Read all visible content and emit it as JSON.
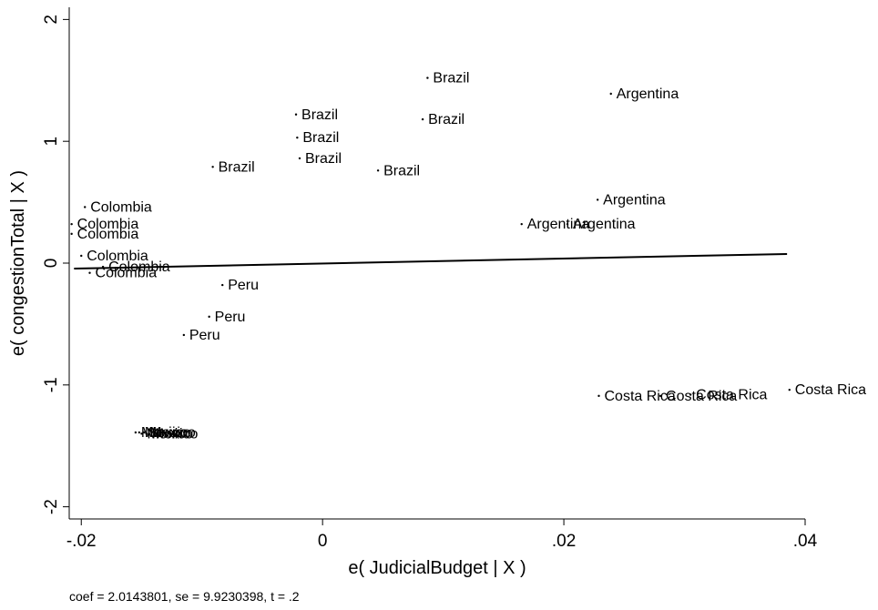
{
  "chart_data": {
    "type": "scatter",
    "xlabel": "e( JudicialBudget | X )",
    "ylabel": "e( congestionTotal | X )",
    "note": "coef = 2.0143801, se = 9.9230398, t = .2",
    "xlim": [
      -0.021,
      0.04
    ],
    "ylim": [
      -2.1,
      2.1
    ],
    "xticks": [
      -0.02,
      0,
      0.02,
      0.04
    ],
    "xtick_labels": [
      "-.02",
      "0",
      ".02",
      ".04"
    ],
    "yticks": [
      -2,
      -1,
      0,
      1,
      2
    ],
    "ytick_labels": [
      "-2",
      "-1",
      "0",
      "1",
      "2"
    ],
    "grid": false,
    "fit_line": {
      "x": [
        -0.0206,
        0.0385
      ],
      "y": [
        -0.045,
        0.075
      ]
    },
    "points": [
      {
        "label": "Brazil",
        "x": 0.0087,
        "y": 1.52
      },
      {
        "label": "Brazil",
        "x": 0.0083,
        "y": 1.18
      },
      {
        "label": "Brazil",
        "x": -0.0022,
        "y": 1.22
      },
      {
        "label": "Brazil",
        "x": -0.0021,
        "y": 1.03
      },
      {
        "label": "Brazil",
        "x": -0.0019,
        "y": 0.86
      },
      {
        "label": "Brazil",
        "x": -0.0091,
        "y": 0.79
      },
      {
        "label": "Brazil",
        "x": 0.0046,
        "y": 0.76
      },
      {
        "label": "Argentina",
        "x": 0.0239,
        "y": 1.39
      },
      {
        "label": "Argentina",
        "x": 0.0228,
        "y": 0.52
      },
      {
        "label": "Argentina",
        "x": 0.0165,
        "y": 0.32
      },
      {
        "label": "Argentina",
        "x": 0.0203,
        "y": 0.32
      },
      {
        "label": "Colombia",
        "x": -0.0197,
        "y": 0.46
      },
      {
        "label": "Colombia",
        "x": -0.0208,
        "y": 0.32
      },
      {
        "label": "Colombia",
        "x": -0.0208,
        "y": 0.24
      },
      {
        "label": "Colombia",
        "x": -0.02,
        "y": 0.06
      },
      {
        "label": "Colombia",
        "x": -0.0182,
        "y": -0.03
      },
      {
        "label": "Colombia",
        "x": -0.0193,
        "y": -0.08
      },
      {
        "label": "Peru",
        "x": -0.0083,
        "y": -0.18
      },
      {
        "label": "Peru",
        "x": -0.0094,
        "y": -0.44
      },
      {
        "label": "Peru",
        "x": -0.0115,
        "y": -0.59
      },
      {
        "label": "Costa Rica",
        "x": 0.0229,
        "y": -1.09
      },
      {
        "label": "Costa Rica",
        "x": 0.028,
        "y": -1.09
      },
      {
        "label": "Costa Rica",
        "x": 0.0305,
        "y": -1.08
      },
      {
        "label": "Costa Rica",
        "x": 0.0387,
        "y": -1.04
      },
      {
        "label": "Mexico",
        "x": -0.0155,
        "y": -1.39
      },
      {
        "label": "Mexico",
        "x": -0.0152,
        "y": -1.39
      },
      {
        "label": "Mexico",
        "x": -0.015,
        "y": -1.4
      },
      {
        "label": "Mexico",
        "x": -0.0148,
        "y": -1.39
      },
      {
        "label": "Mexico",
        "x": -0.0146,
        "y": -1.4
      }
    ]
  }
}
